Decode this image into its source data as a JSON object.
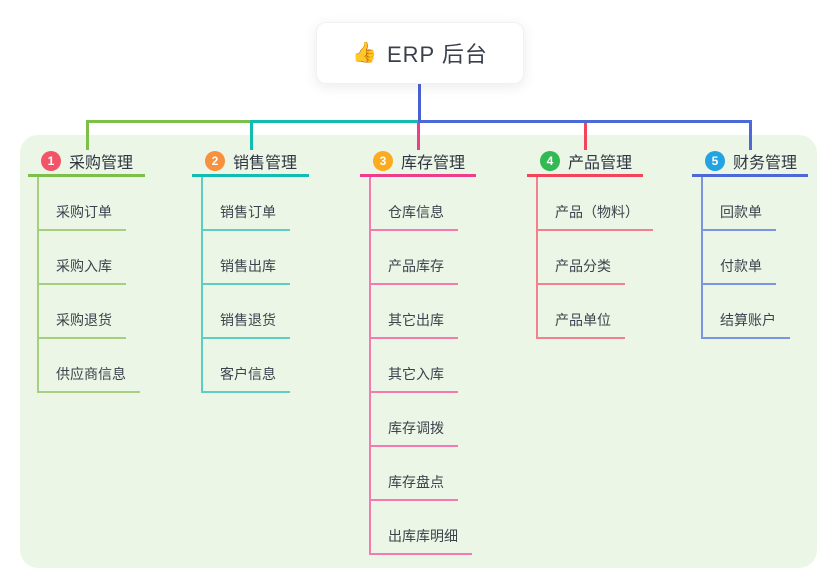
{
  "root": {
    "icon": "👍",
    "title": "ERP 后台"
  },
  "colors": {
    "page_background": "#ffffff",
    "panel_background": "#ecf6e6",
    "root_card_background": "#ffffff",
    "root_line": "#4b60d5",
    "title_text": "#3b404d",
    "node_text": "#3d424d"
  },
  "branches": [
    {
      "badge": "1",
      "label": "采购管理",
      "badge_color": "#f25568",
      "line_color": "#7cbf4b",
      "light_line_color": "#a5d07f",
      "children": [
        "采购订单",
        "采购入库",
        "采购退货",
        "供应商信息"
      ]
    },
    {
      "badge": "2",
      "label": "销售管理",
      "badge_color": "#f7913e",
      "line_color": "#12bdb0",
      "light_line_color": "#5ecec4",
      "children": [
        "销售订单",
        "销售出库",
        "销售退货",
        "客户信息"
      ]
    },
    {
      "badge": "3",
      "label": "库存管理",
      "badge_color": "#fbab20",
      "line_color": "#ee3d8d",
      "light_line_color": "#f47ab1",
      "children": [
        "仓库信息",
        "产品库存",
        "其它出库",
        "其它入库",
        "库存调拨",
        "库存盘点",
        "出库库明细"
      ]
    },
    {
      "badge": "4",
      "label": "产品管理",
      "badge_color": "#31b954",
      "line_color": "#f2455c",
      "light_line_color": "#f5808d",
      "children": [
        "产品（物料）",
        "产品分类",
        "产品单位"
      ]
    },
    {
      "badge": "5",
      "label": "财务管理",
      "badge_color": "#24a3e3",
      "line_color": "#4c68d9",
      "light_line_color": "#7b95e0",
      "children": [
        "回款单",
        "付款单",
        "结算账户"
      ]
    }
  ]
}
